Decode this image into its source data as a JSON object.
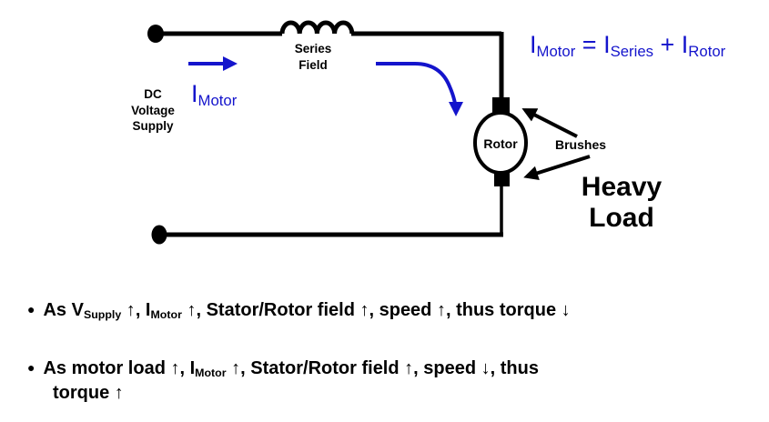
{
  "colors": {
    "accent_blue": "#1414cc",
    "wire_black": "#000000"
  },
  "diagram": {
    "dc_supply_label": "DC\nVoltage\nSupply",
    "series_field_label": "Series\nField",
    "rotor_label": "Rotor",
    "brushes_label": "Brushes",
    "heavy_load_label": "Heavy\nLoad",
    "i_motor_label": [
      {
        "t": "text",
        "v": "I"
      },
      {
        "t": "sub",
        "v": "Motor"
      }
    ],
    "equation": [
      {
        "t": "text",
        "v": "I"
      },
      {
        "t": "sub",
        "v": "Motor"
      },
      {
        "t": "text",
        "v": " = I"
      },
      {
        "t": "sub",
        "v": "Series"
      },
      {
        "t": "text",
        "v": " + I"
      },
      {
        "t": "sub",
        "v": "Rotor"
      }
    ]
  },
  "bullets": {
    "marker": "●",
    "item1": [
      {
        "t": "text",
        "v": "As V"
      },
      {
        "t": "sub",
        "v": "Supply"
      },
      {
        "t": "arrow",
        "v": " ↑"
      },
      {
        "t": "text",
        "v": ", I"
      },
      {
        "t": "sub",
        "v": "Motor"
      },
      {
        "t": "arrow",
        "v": " ↑"
      },
      {
        "t": "text",
        "v": ", Stator/Rotor field"
      },
      {
        "t": "arrow",
        "v": " ↑"
      },
      {
        "t": "text",
        "v": ", speed"
      },
      {
        "t": "arrow",
        "v": " ↑"
      },
      {
        "t": "text",
        "v": ", thus torque"
      },
      {
        "t": "arrow",
        "v": " ↓"
      }
    ],
    "item2_line1": [
      {
        "t": "text",
        "v": "As motor load"
      },
      {
        "t": "arrow",
        "v": " ↑"
      },
      {
        "t": "text",
        "v": ", I"
      },
      {
        "t": "sub",
        "v": "Motor"
      },
      {
        "t": "arrow",
        "v": " ↑"
      },
      {
        "t": "text",
        "v": ", Stator/Rotor field"
      },
      {
        "t": "arrow",
        "v": " ↑"
      },
      {
        "t": "text",
        "v": ", speed"
      },
      {
        "t": "arrow",
        "v": " ↓"
      },
      {
        "t": "text",
        "v": ", thus"
      }
    ],
    "item2_line2": [
      {
        "t": "text",
        "v": "torque"
      },
      {
        "t": "arrow",
        "v": " ↑"
      }
    ]
  }
}
